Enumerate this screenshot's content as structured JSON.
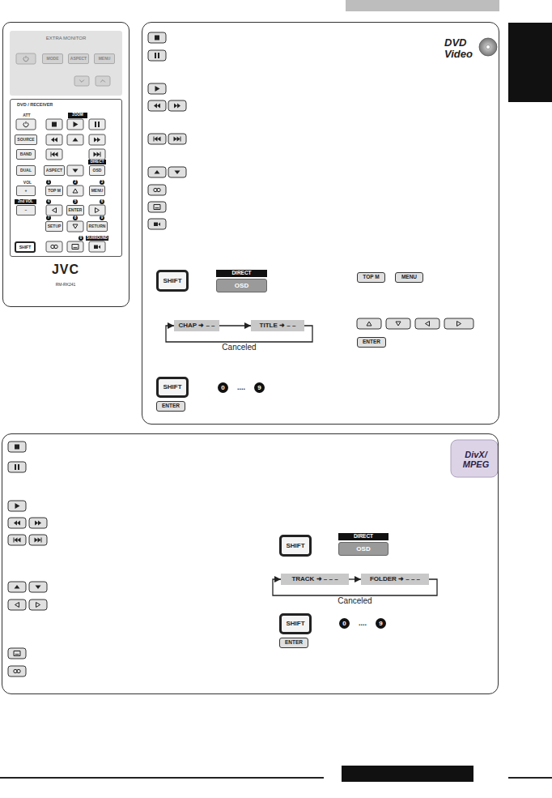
{
  "diagram": {
    "nodes": [
      {
        "text": [
          "JVC",
          "RM-RK241"
        ]
      },
      {
        "text": [
          "EXTRA MONITOR"
        ],
        "in": 0
      },
      {
        "text": [
          "MODE"
        ],
        "in": 1
      },
      {
        "text": [
          "ASPECT"
        ],
        "in": 1
      },
      {
        "text": [
          "MENU"
        ],
        "in": 1
      },
      {
        "text": [
          "DVD / RECEIVER"
        ],
        "in": 0
      },
      {
        "text": [
          "SOURCE"
        ],
        "in": 5
      },
      {
        "text": [
          "BAND"
        ],
        "in": 5
      },
      {
        "text": [
          "DUAL"
        ],
        "in": 5
      },
      {
        "text": [
          "ASPECT"
        ],
        "in": 5
      },
      {
        "text": [
          "OSD"
        ],
        "in": 5
      },
      {
        "text": [
          "+"
        ],
        "in": 5
      },
      {
        "text": [
          "TOP M"
        ],
        "in": 5
      },
      {
        "text": [
          "MENU"
        ],
        "in": 5
      },
      {
        "text": [
          "–"
        ],
        "in": 5
      },
      {
        "text": [
          "ENTER"
        ],
        "in": 5
      },
      {
        "text": [
          "SETUP"
        ],
        "in": 5
      },
      {
        "text": [
          "RETURN"
        ],
        "in": 5
      },
      {
        "text": [
          "SHIFT"
        ],
        "in": 5
      },
      {
        "text": [
          "DVD Video"
        ]
      },
      {
        "text": [
          "SHIFT"
        ],
        "in": 19
      },
      {
        "text": [
          "DIRECT",
          "OSD"
        ],
        "in": 19
      },
      {
        "text": [
          "CHAP ➜ – –"
        ],
        "in": 19
      },
      {
        "text": [
          "TITLE ➜ – –"
        ],
        "in": 19
      },
      {
        "text": [
          "TOP M"
        ],
        "in": 19
      },
      {
        "text": [
          "MENU"
        ],
        "in": 19
      },
      {
        "text": [
          "ENTER"
        ],
        "in": 19
      },
      {
        "text": [
          "SHIFT"
        ],
        "in": 19
      },
      {
        "text": [
          "ENTER"
        ],
        "in": 19
      },
      {
        "text": [
          "DivX/ MPEG"
        ]
      },
      {
        "text": [
          "SHIFT"
        ],
        "in": 29
      },
      {
        "text": [
          "DIRECT",
          "OSD"
        ],
        "in": 29
      },
      {
        "text": [
          "TRACK ➜ – – –"
        ],
        "in": 29
      },
      {
        "text": [
          "FOLDER ➜ – – –"
        ],
        "in": 29
      },
      {
        "text": [
          "SHIFT"
        ],
        "in": 29
      },
      {
        "text": [
          "ENTER"
        ],
        "in": 29
      }
    ],
    "edges": [
      {
        "from": 22,
        "to": 23,
        "arrow": "to"
      },
      {
        "from": 23,
        "to": 22,
        "label": "Canceled",
        "arrow": "to"
      },
      {
        "from": 32,
        "to": 33,
        "arrow": "to"
      },
      {
        "from": 33,
        "to": 32,
        "label": "Canceled",
        "arrow": "to"
      }
    ],
    "labels": [
      "ATT",
      "ZOOM",
      "DIRECT",
      "VOL",
      "1",
      "2",
      "3",
      "2nd VOL",
      "4",
      "5",
      "6",
      "7",
      "8",
      "9",
      "0",
      "SURROUND",
      "0",
      "....",
      "9",
      "0",
      "....",
      "9"
    ]
  }
}
